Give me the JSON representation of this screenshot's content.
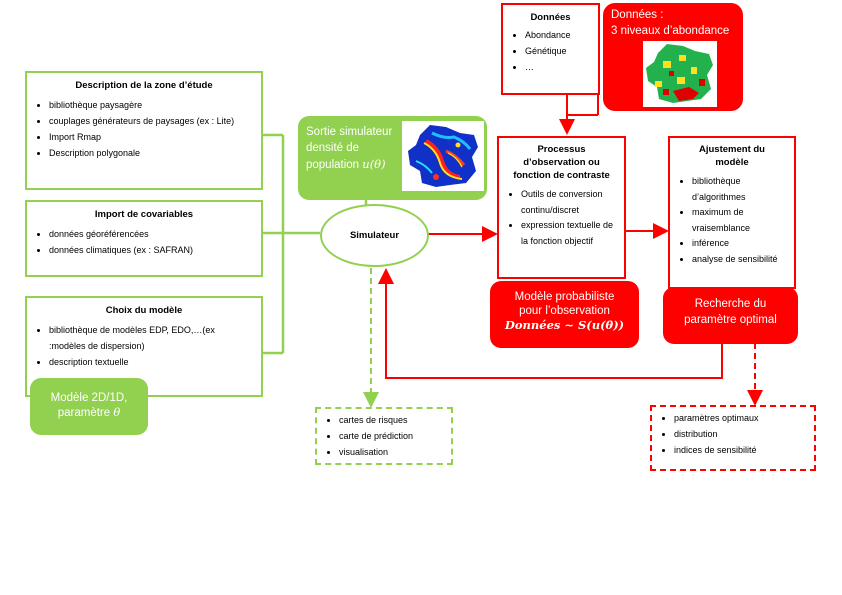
{
  "zone": {
    "title": "Description de la zone d’étude",
    "items": [
      "bibliothèque paysagère",
      "couplages générateurs de paysages (ex : Lite)",
      "Import Rmap",
      "Description polygonale"
    ]
  },
  "covariables": {
    "title": "Import de covariables",
    "items": [
      "données géoréférencées",
      "données climatiques (ex : SAFRAN)"
    ]
  },
  "choix": {
    "title": "Choix du modèle",
    "items": [
      "bibliothèque de modèles EDP, EDO,…(ex :modèles de dispersion)",
      "description textuelle"
    ]
  },
  "modele2d": {
    "line1": "Modèle 2D/1D,",
    "line2": "paramètre",
    "sym": "θ"
  },
  "sortie": {
    "line1": "Sortie simulateur",
    "line2": "densité de",
    "line3": "population",
    "sym": "u(θ)"
  },
  "simulateur": {
    "label": "Simulateur"
  },
  "donnees": {
    "title": "Données",
    "items": [
      "Abondance",
      "Génétique",
      "…"
    ]
  },
  "donnees_niveaux": {
    "line1": "Données :",
    "line2": "3 niveaux d’abondance"
  },
  "processus": {
    "title": "Processus d’observation ou fonction de contraste",
    "items": [
      "Outils de conversion continu/discret",
      "expression textuelle de la fonction objectif"
    ]
  },
  "probabiliste": {
    "line1": "Modèle probabiliste",
    "line2": "pour l’observation",
    "formula": "Données ~ S(u(θ))"
  },
  "ajustement": {
    "title": "Ajustement du modèle",
    "items": [
      "bibliothèque d’algorithmes",
      "maximum de vraisemblance",
      "inférence",
      "analyse de sensibilité"
    ]
  },
  "recherche": {
    "line1": "Recherche du",
    "line2": "paramètre optimal"
  },
  "sorties_carte": {
    "items": [
      "cartes de risques",
      "carte de prédiction",
      "visualisation"
    ]
  },
  "sorties_param": {
    "items": [
      "paramètres optimaux",
      "distribution",
      "indices de sensibilité"
    ]
  },
  "colors": {
    "green": "#92d050",
    "red": "#ff0000"
  }
}
